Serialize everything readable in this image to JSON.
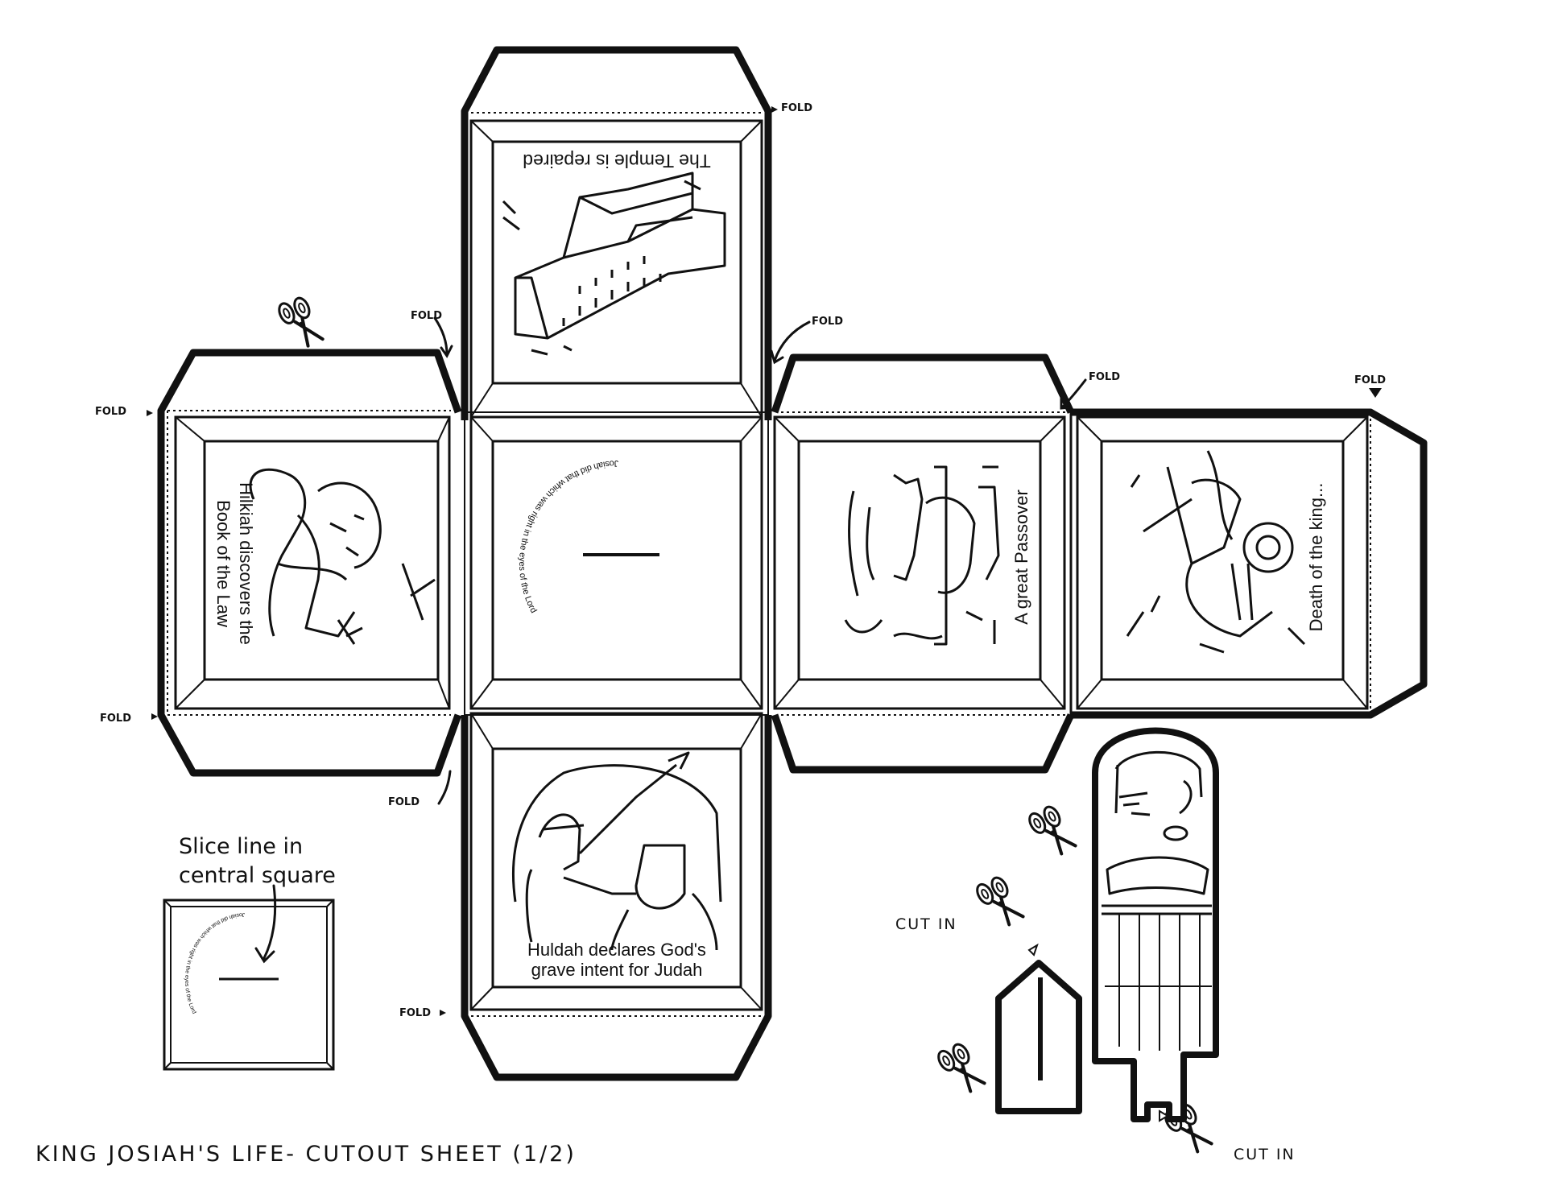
{
  "title": "KING JOSIAH'S LIFE- CUTOUT SHEET (1/2)",
  "faces": {
    "top": {
      "caption": "The Temple is repaired"
    },
    "left": {
      "caption_line1": "Hilkiah discovers the",
      "caption_line2": "Book of the Law"
    },
    "center": {
      "arc_text": "Josiah did that which was right in the eyes of the Lord"
    },
    "right1": {
      "caption": "A great Passover"
    },
    "right2": {
      "caption": "Death of the king..."
    },
    "bottom": {
      "caption_line1": "Huldah declares God's",
      "caption_line2": "grave intent for Judah"
    }
  },
  "fold_labels": [
    "FOLD",
    "FOLD",
    "FOLD",
    "FOLD",
    "FOLD",
    "FOLD",
    "FOLD",
    "FOLD",
    "FOLD"
  ],
  "note": {
    "line1": "Slice line in",
    "line2": "central square"
  },
  "cut_in_labels": [
    "CUT IN",
    "CUT IN"
  ],
  "icons": [
    "scissors-icon",
    "arrow-icon"
  ]
}
